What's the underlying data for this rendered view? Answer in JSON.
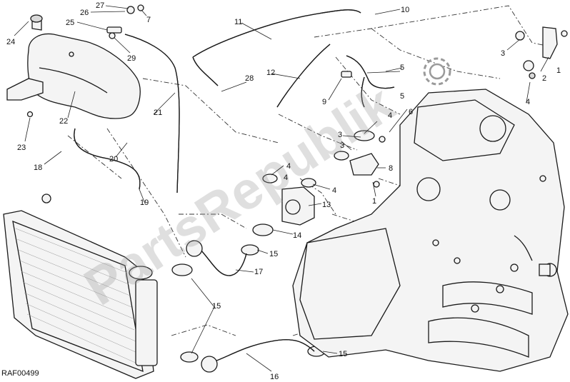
{
  "watermark_text": "PartsRepublik",
  "drawing_code": "RAF00499",
  "callouts": {
    "c24": "24",
    "c25": "25",
    "c26": "26",
    "c27": "27",
    "c7": "7",
    "c29": "29",
    "c22": "22",
    "c23": "23",
    "c18": "18",
    "c20": "20",
    "c21": "21",
    "c19": "19",
    "c11": "11",
    "c28": "28",
    "c12": "12",
    "c10": "10",
    "c9": "9",
    "c5a": "5",
    "c5b": "5",
    "c6": "6",
    "c3a": "3",
    "c3b": "3",
    "c3c": "3",
    "c4a": "4",
    "c4b": "4",
    "c4c": "4",
    "c4d": "4",
    "c4e": "4",
    "c8": "8",
    "c1a": "1",
    "c1b": "1",
    "c2": "2",
    "c13": "13",
    "c14": "14",
    "c15a": "15",
    "c15b": "15",
    "c15c": "15",
    "c16": "16",
    "c17": "17"
  },
  "icons": [
    "gear-icon"
  ]
}
